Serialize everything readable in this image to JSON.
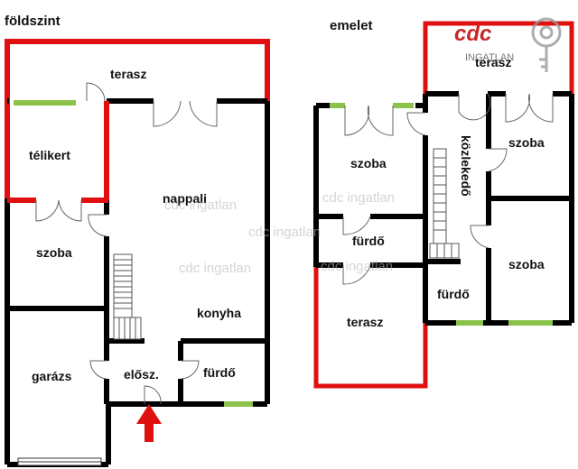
{
  "floors": {
    "ground": {
      "title": "földszint"
    },
    "upper": {
      "title": "emelet"
    }
  },
  "rooms": {
    "ground": {
      "terasz": "terasz",
      "telikert": "télikert",
      "nappali": "nappali",
      "szoba": "szoba",
      "konyha": "konyha",
      "garazs": "garázs",
      "eloszoba": "elősz.",
      "furdo": "fürdő"
    },
    "upper": {
      "terasz_top": "terasz",
      "szoba_left": "szoba",
      "kozlekedo": "közlekedő",
      "szoba_right_top": "szoba",
      "furdo_left": "fürdő",
      "szoba_right_bottom": "szoba",
      "furdo_mid": "fürdő",
      "terasz_bottom": "terasz"
    }
  },
  "watermark": "cdc ingatlan",
  "logo": {
    "brand": "cdc",
    "sub": "INGATLAN"
  },
  "colors": {
    "wall": "#000000",
    "terrace_outline": "#e01010",
    "window": "#8bc34a",
    "arrow": "#e01010",
    "stairs": "#555555"
  }
}
